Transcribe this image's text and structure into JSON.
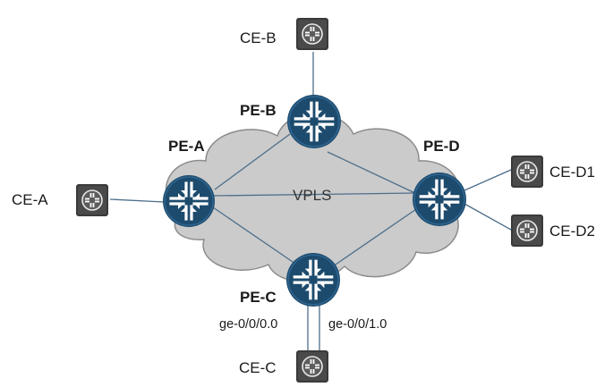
{
  "diagram": {
    "cloud_label": "VPLS",
    "colors": {
      "cloud_fill": "#cbcbcb",
      "cloud_stroke": "#8c8c8c",
      "pe_router_fill": "#1d4b6d",
      "ce_box_fill": "#3a3a3a",
      "link": "#4d6e8a"
    },
    "pe_routers": {
      "pe_a": {
        "label": "PE-A",
        "icon": "router-icon"
      },
      "pe_b": {
        "label": "PE-B",
        "icon": "router-icon"
      },
      "pe_c": {
        "label": "PE-C",
        "icon": "router-icon"
      },
      "pe_d": {
        "label": "PE-D",
        "icon": "router-icon"
      }
    },
    "ce_devices": {
      "ce_a": {
        "label": "CE-A",
        "icon": "switch-icon"
      },
      "ce_b": {
        "label": "CE-B",
        "icon": "switch-icon"
      },
      "ce_c": {
        "label": "CE-C",
        "icon": "switch-icon"
      },
      "ce_d1": {
        "label": "CE-D1",
        "icon": "switch-icon"
      },
      "ce_d2": {
        "label": "CE-D2",
        "icon": "switch-icon"
      }
    },
    "interfaces": {
      "pe_c_left": "ge-0/0/0.0",
      "pe_c_right": "ge-0/0/1.0"
    }
  }
}
